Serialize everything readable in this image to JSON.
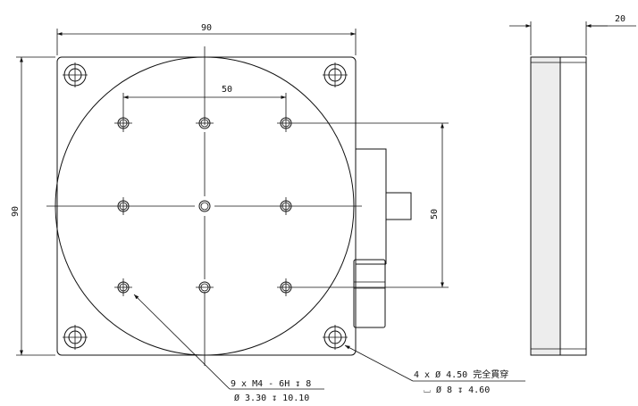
{
  "dimensions": {
    "plate_width": "90",
    "plate_height": "90",
    "hole_spacing_h": "50",
    "hole_spacing_v": "50",
    "side_thickness": "20"
  },
  "callouts": {
    "threaded_holes": {
      "line1": "9 x  M4 - 6H ↧ 8",
      "line2": "Ø  3.30 ↧ 10.10"
    },
    "mounting_holes": {
      "line1": "4 x  Ø  4.50 完全貫穿",
      "line2": "⌴ Ø  8  ↧ 4.60"
    }
  }
}
